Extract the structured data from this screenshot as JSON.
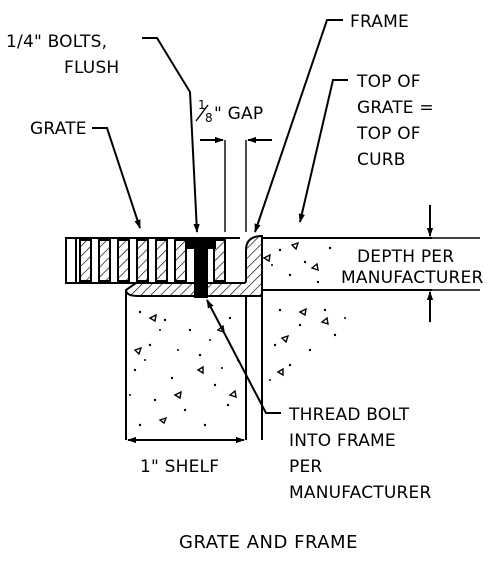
{
  "labels": {
    "bolts_line1": "1/4\" BOLTS,",
    "bolts_line2": "FLUSH",
    "frame": "FRAME",
    "gap_num": "1",
    "gap_den": "8",
    "gap_text": "\" GAP",
    "grate": "GRATE",
    "top_line1": "TOP OF",
    "top_line2": "GRATE =",
    "top_line3": "TOP OF",
    "top_line4": "CURB",
    "depth_line1": "DEPTH PER",
    "depth_line2": "MANUFACTURER",
    "thread_line1": "THREAD BOLT",
    "thread_line2": "INTO FRAME",
    "thread_line3": "PER",
    "thread_line4": "MANUFACTURER",
    "shelf": "1\" SHELF"
  },
  "title": "GRATE AND FRAME"
}
